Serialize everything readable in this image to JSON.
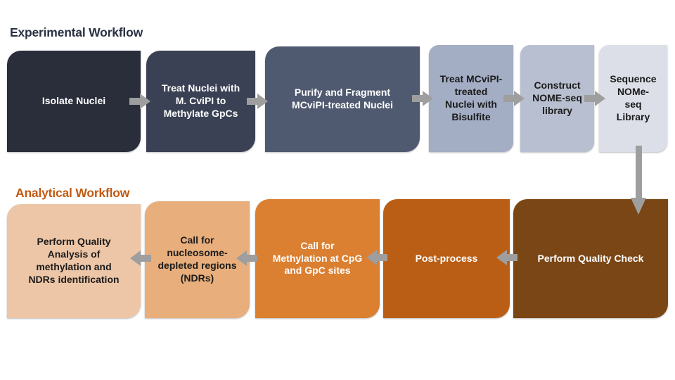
{
  "diagram": {
    "title_experimental": "Experimental Workflow",
    "title_analytical": "Analytical Workflow",
    "colors": {
      "experimental_title": "#2A3142",
      "analytical_title": "#C25A12",
      "arrow": "#9E9E9E",
      "background": "#FFFFFF"
    }
  },
  "experimental": {
    "steps": [
      {
        "label": "Isolate Nuclei",
        "fill": "#2A2E3B",
        "text": "#FFFFFF"
      },
      {
        "label": "Treat Nuclei with\nM. CviPI to\nMethylate GpCs",
        "fill": "#3A4154",
        "text": "#FFFFFF"
      },
      {
        "label": "Purify and Fragment\nMCviPI-treated Nuclei",
        "fill": "#4F5A70",
        "text": "#FFFFFF"
      },
      {
        "label": "Treat MCviPI-\ntreated\nNuclei with\nBisulfite",
        "fill": "#A3ADC4",
        "text": "#1B1B1B"
      },
      {
        "label": "Construct\nNOME-seq\nlibrary",
        "fill": "#B8BFD0",
        "text": "#1B1B1B"
      },
      {
        "label": "Sequence\nNOMe-\nseq\nLibrary",
        "fill": "#DCDFE8",
        "text": "#1B1B1B"
      }
    ]
  },
  "analytical": {
    "steps": [
      {
        "label": "Perform Quality\nAnalysis of\nmethylation and\nNDRs identification",
        "fill": "#EDC6A7",
        "text": "#1B1B1B"
      },
      {
        "label": "Call for\nnucleosome-\ndepleted regions\n(NDRs)",
        "fill": "#E8AE7B",
        "text": "#1B1B1B"
      },
      {
        "label": "Call for\nMethylation at CpG\nand GpC sites",
        "fill": "#DB7F30",
        "text": "#FFFFFF"
      },
      {
        "label": "Post-process",
        "fill": "#BA5E15",
        "text": "#FFFFFF"
      },
      {
        "label": "Perform Quality Check",
        "fill": "#7A4615",
        "text": "#FFFFFF"
      }
    ]
  },
  "connectors": {
    "top_arrows": 5,
    "bottom_arrows": 4,
    "vertical_arrow": 1
  }
}
